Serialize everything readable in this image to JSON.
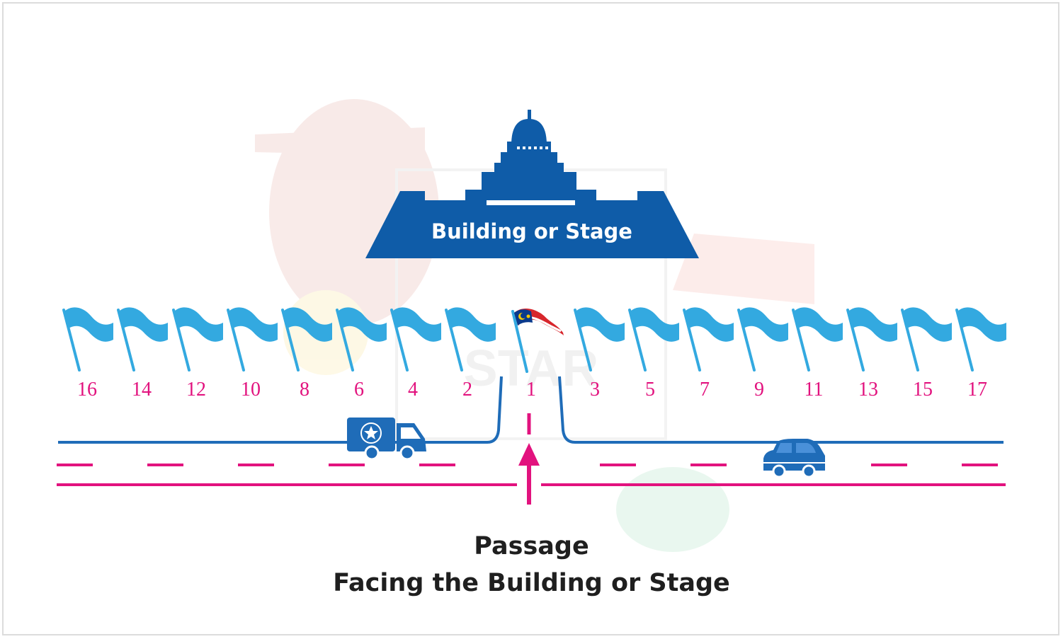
{
  "building": {
    "label": "Building or Stage"
  },
  "flags": {
    "left_numbers": [
      "16",
      "14",
      "12",
      "10",
      "8",
      "6",
      "4",
      "2"
    ],
    "center_number": "1",
    "right_numbers": [
      "3",
      "5",
      "7",
      "9",
      "11",
      "13",
      "15",
      "17"
    ]
  },
  "caption": {
    "line1": "Passage",
    "line2": "Facing the Building or Stage"
  },
  "colors": {
    "building": "#0f5ca8",
    "flag": "#33a9e0",
    "road_blue": "#1f6cb8",
    "road_pink": "#e2127e",
    "numbers": "#e2127e"
  },
  "icons": {
    "center_flag": "malaysia-flag-icon",
    "left_vehicle": "delivery-truck-icon",
    "right_vehicle": "car-icon",
    "direction": "up-arrow-icon"
  },
  "watermark": {
    "text": "STAR"
  }
}
